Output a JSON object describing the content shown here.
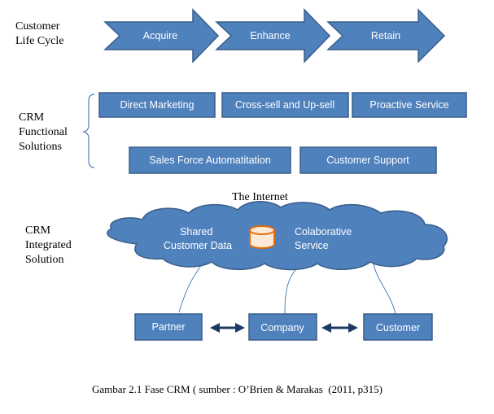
{
  "lifecycle": {
    "label_lines": [
      "Customer",
      "Life Cycle"
    ],
    "stages": [
      "Acquire",
      "Enhance",
      "Retain"
    ]
  },
  "functional": {
    "label_lines": [
      "CRM",
      "Functional",
      "Solutions"
    ],
    "boxes_row1": [
      "Direct Marketing",
      "Cross-sell and Up-sell",
      "Proactive Service"
    ],
    "boxes_row2": [
      "Sales Force Automatitation",
      "Customer Support"
    ]
  },
  "integrated": {
    "label_lines": [
      "CRM",
      "Integrated",
      "Solution"
    ],
    "internet_label": "The Internet",
    "cloud_left_lines": [
      "Shared",
      "Customer Data"
    ],
    "cloud_right_lines": [
      "Colaborative",
      "Service"
    ],
    "database_icon": "database-icon",
    "nodes": [
      "Partner",
      "Company",
      "Customer"
    ]
  },
  "caption": "Gambar 2.1 Fase CRM ( sumber : O’Brien & Marakas  (2011, p315)",
  "colors": {
    "fill": "#4f81bd",
    "stroke": "#385d8a",
    "text_on_fill": "#ffffff",
    "text_dark": "#000000",
    "db_fill": "#fde9d9",
    "db_stroke": "#e46c0a"
  }
}
